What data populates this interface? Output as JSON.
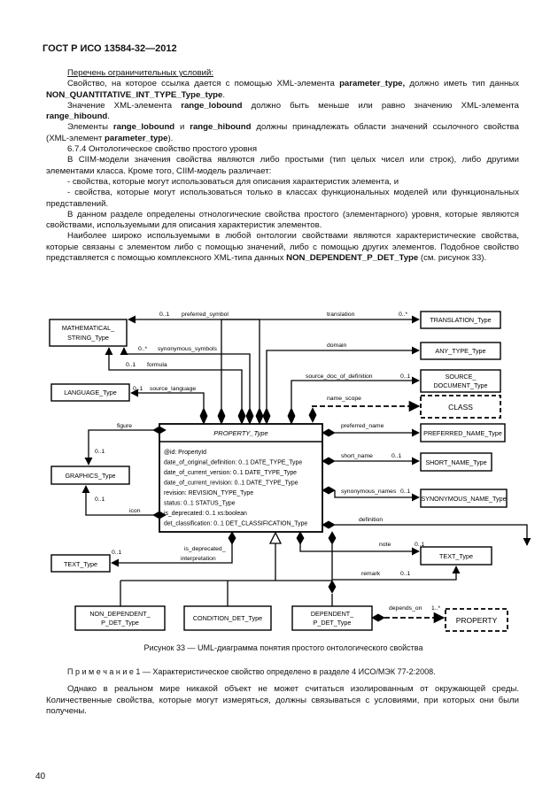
{
  "header": "ГОСТ Р ИСО 13584-32—2012",
  "text": {
    "p1": "Перечень ограничительных условий:",
    "p2a": "Свойство, на которое ссылка дается с помощью XML-элемента ",
    "p2b": "parameter_type,",
    "p2c": " должно иметь тип данных ",
    "p2d": "NON_QUANTITATIVE_INT_TYPE_Type_type",
    "p2e": ".",
    "p3a": "Значение XML-элемента ",
    "p3b": "range_lobound",
    "p3c": " должно быть меньше или равно значению XML-элемента ",
    "p3d": "range_hibound",
    "p3e": ".",
    "p4a": "Элементы ",
    "p4b": "range_lobound",
    "p4c": " и ",
    "p4d": "range_hibound",
    "p4e": " должны принадлежать области значений ссылочного свойства (XML-элемент ",
    "p4f": "parameter_type",
    "p4g": ").",
    "p5": "6.7.4 Онтологическое свойство простого уровня",
    "p6": "В CIIM-модели значения свойства являются либо простыми (тип целых чисел или строк), либо другими элементами класса. Кроме того, CIIM-модель различает:",
    "p7": "- свойства, которые могут использоваться для описания характеристик элемента, и",
    "p8": "- свойства, которые могут использоваться только в классах функциональных моделей или функциональных представлений.",
    "p9": "В данном разделе определены отнологические свойства простого (элементарного) уровня, которые являются свойствами, используемыми для описания характеристик элементов.",
    "p10a": "Наиболее широко используемыми в любой онтологии свойствами являются характеристические свойства, которые связаны с элементом либо с помощью значений, либо с помощью других элементов. Подобное свойство представляется с помощью комплексного XML-типа данных ",
    "p10b": "NON_DEPENDENT_P_DET_Type",
    "p10c": " (см. рисунок 33)."
  },
  "diagram": {
    "property_title": "PROPERTY_Type",
    "attributes": [
      "@id: PropertyId",
      "date_of_original_definition: 0..1 DATE_TYPE_Type",
      "date_of_current_version: 0..1  DATE_TYPE_Type",
      "date_of_current_revision: 0..1 DATE_TYPE_Type",
      "revision: REVISION_TYPE_Type",
      "status: 0..1 STATUS_Type",
      "is_deprecated: 0..1 xs:boolean",
      "det_classification: 0..1 DET_CLASSIFICATION_Type"
    ],
    "boxes": {
      "math1": "MATHEMATICAL_",
      "math2": "STRING_Type",
      "language": "LANGUAGE_Type",
      "graphics": "GRAPHICS_Type",
      "text_left": "TEXT_Type",
      "translation": "TRANSLATION_Type",
      "any": "ANY_TYPE_Type",
      "source1": "SOURCE_",
      "source2": "DOCUMENT_Type",
      "class": "CLASS",
      "preferred": "PREFERRED_NAME_Type",
      "short": "SHORT_NAME_Type",
      "synonymous": "SYNONYMOUS_NAME_Type",
      "text_right": "TEXT_Type",
      "nondep1": "NON_DEPENDENT_",
      "nondep2": "P_DET_Type",
      "condition": "CONDITION_DET_Type",
      "dep1": "DEPENDENT_",
      "dep2": "P_DET_Type",
      "property": "PROPERTY"
    },
    "labels": {
      "preferred_symbol": "preferred_symbol",
      "m01_ps": "0..1",
      "synonymous_symbols": "synonymous_symbols",
      "m0s_ss": "0..*",
      "formula": "formula",
      "m01_f": "0..1",
      "source_language": "source_language",
      "m01_sl": "0..1",
      "figure": "figure",
      "m01_fig": "0..1",
      "icon": "icon",
      "m01_icon": "0..1",
      "is_deprecated_interpretation1": "is_deprecated_",
      "is_deprecated_interpretation2": "interpretation",
      "m01_idi": "0..1",
      "translation": "translation",
      "m0s_tr": "0..*",
      "domain": "domain",
      "source_doc_of_definition": "source_doc_of_definition",
      "m01_sdd": "0..1",
      "name_scope": "name_scope",
      "preferred_name": "preferred_name",
      "short_name": "short_name",
      "m01_sn": "0..1",
      "synonymous_names": "synonymous_names",
      "m0s_syn": "0..1",
      "definition": "definition",
      "note": "note",
      "m01_note": "0..1",
      "remark": "remark",
      "m01_remark": "0..1",
      "depends_on": "depends_on",
      "m1s_dep": "1..*"
    }
  },
  "caption": "Рисунок 33 — UML-диаграмма понятия простого онтологического свойства",
  "note": {
    "label": "П р и м е ч а н и е  1",
    "text": " — Характеристическое свойство определено в разделе 4 ИСО/МЭК 77-2:2008."
  },
  "after": "Однако в реальном мире никакой объект не может считаться изолированным от окружающей среды. Количественные свойства, которые могут измеряться, должны связываться с условиями, при которых они были получены.",
  "page_number": "40"
}
